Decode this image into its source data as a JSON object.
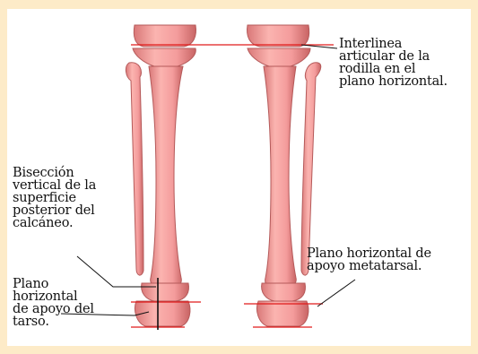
{
  "labels": {
    "knee_line": "Interlinea\narticular de la\nrodilla en el\nplano horizontal.",
    "calcaneus_bisection": "Bisección\nvertical de la\nsuperficie\nposterior del\ncalcáneo.",
    "tarsus_plane": "Plano\nhorizontal\nde apoyo del\ntarso.",
    "metatarsal_plane": "Plano horizontal de\napoyo metatarsal."
  },
  "colors": {
    "background": "#fdebc8",
    "panel": "#ffffff",
    "bone_fill": "#f7a3a3",
    "bone_shadow": "#c96a6a",
    "reference_line": "#e01b1b",
    "pointer_line": "#000000"
  }
}
